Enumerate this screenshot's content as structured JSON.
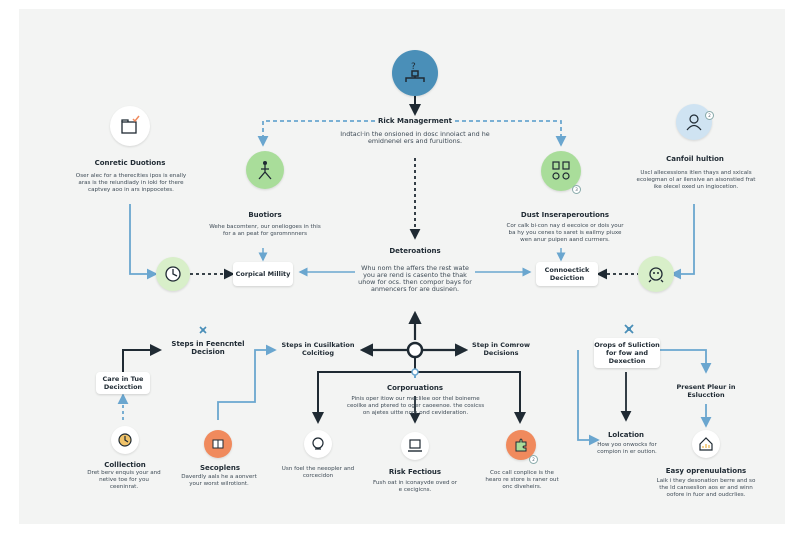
{
  "colors": {
    "background": "#f3f4f3",
    "arrow_dark": "#1f2a33",
    "arrow_blue": "#6aa6cf",
    "icon_blue": "#4a8fb8",
    "icon_green": "#a9dd9a",
    "icon_orange": "#f08a5d",
    "icon_white": "#ffffff"
  },
  "top": {
    "title": "Rick Managerment",
    "desc": "Indtacl·in the onsioned in dosc innoiact and he emidnenel ers and furuitions."
  },
  "left_top": {
    "title": "Conretic Duotions",
    "desc": "Oser alec for a therecities ipos is enally aras is the reiundiady in ioki for there captvey aoo in ars inppocetes."
  },
  "right_top": {
    "title": "Canfoil hultion",
    "desc": "Uscl allecessions itlen thays and sxicals ecoiegman ol ar ilensive an aisonstied frat ike olecel oxed un ingiocetion."
  },
  "buotiors": {
    "title": "Buotiors",
    "desc": "Wehe bacomtenr, our oneliogoes in this for a an peat for gsromnnners"
  },
  "dust": {
    "title": "Dust Inseraperoutions",
    "desc": "Cor calk bi·con nay d eecoice or dois your ba hy you cenes to saret is eailmy piuxe wen anur puipen aand currners."
  },
  "center": {
    "title": "Deteroations",
    "desc": "Whu nom the affers the rest wate you are rend is casento the thak uhow for ocs. then compor bays for anmencers for are dusinen."
  },
  "boxes": {
    "corpical": "Corpical Millity",
    "connectick": "Connoectick Deciction",
    "steps_crisis": "Steps in Cusilkation Colcitiog",
    "steps_common": "Step in Comrow Decisions",
    "steps_financial": "Steps in Feencntel Decision",
    "care": "Care in Tue Decixction",
    "orops": "Orops of Suliction for fow and Dexection",
    "present": "Present Pleur in Eslucction",
    "lolcation_title": "Lolcation"
  },
  "corporations": {
    "title": "Corporuations",
    "desc": "Pinis oper itiow our meclilee oor thel boineme ceoilke and ptered to oger caoeenoe. the cosicss on ajetes uitte nom ond cevideration."
  },
  "bottom": {
    "collection_title": "Colllection",
    "collection_desc": "Dret berv enquis your and netive toe for you ceeninrat.",
    "secoplens_title": "Secoplens",
    "secoplens_desc": "Daverdly aals he a aonvert your worst wilrotiont.",
    "neeopler_desc": "Usn foel the neeopler and corcecidon",
    "risk_title": "Risk Fectious",
    "risk_desc": "Fush oat in iconayvde oved or e cecigicns.",
    "coc_desc": "Coc call conplice is the hearo re store is raner out onc diveheirs.",
    "lolcation_desc": "How yoo onwocks for compion in er oution.",
    "easy_title": "Easy oprenuulations",
    "easy_desc": "Laik i they desonation berre and so the ld canseslion aos er and winn oofore in fuor and oudcrlies."
  },
  "icons": [
    "hierarchy-icon",
    "folder-check-icon",
    "person-tower-icon",
    "people-network-icon",
    "user-profile-icon",
    "clock-icon",
    "gear-face-icon",
    "calendar-icon",
    "book-icon",
    "head-icon",
    "laptop-icon",
    "puzzle-icon",
    "house-chart-icon",
    "sparkle-icon"
  ]
}
